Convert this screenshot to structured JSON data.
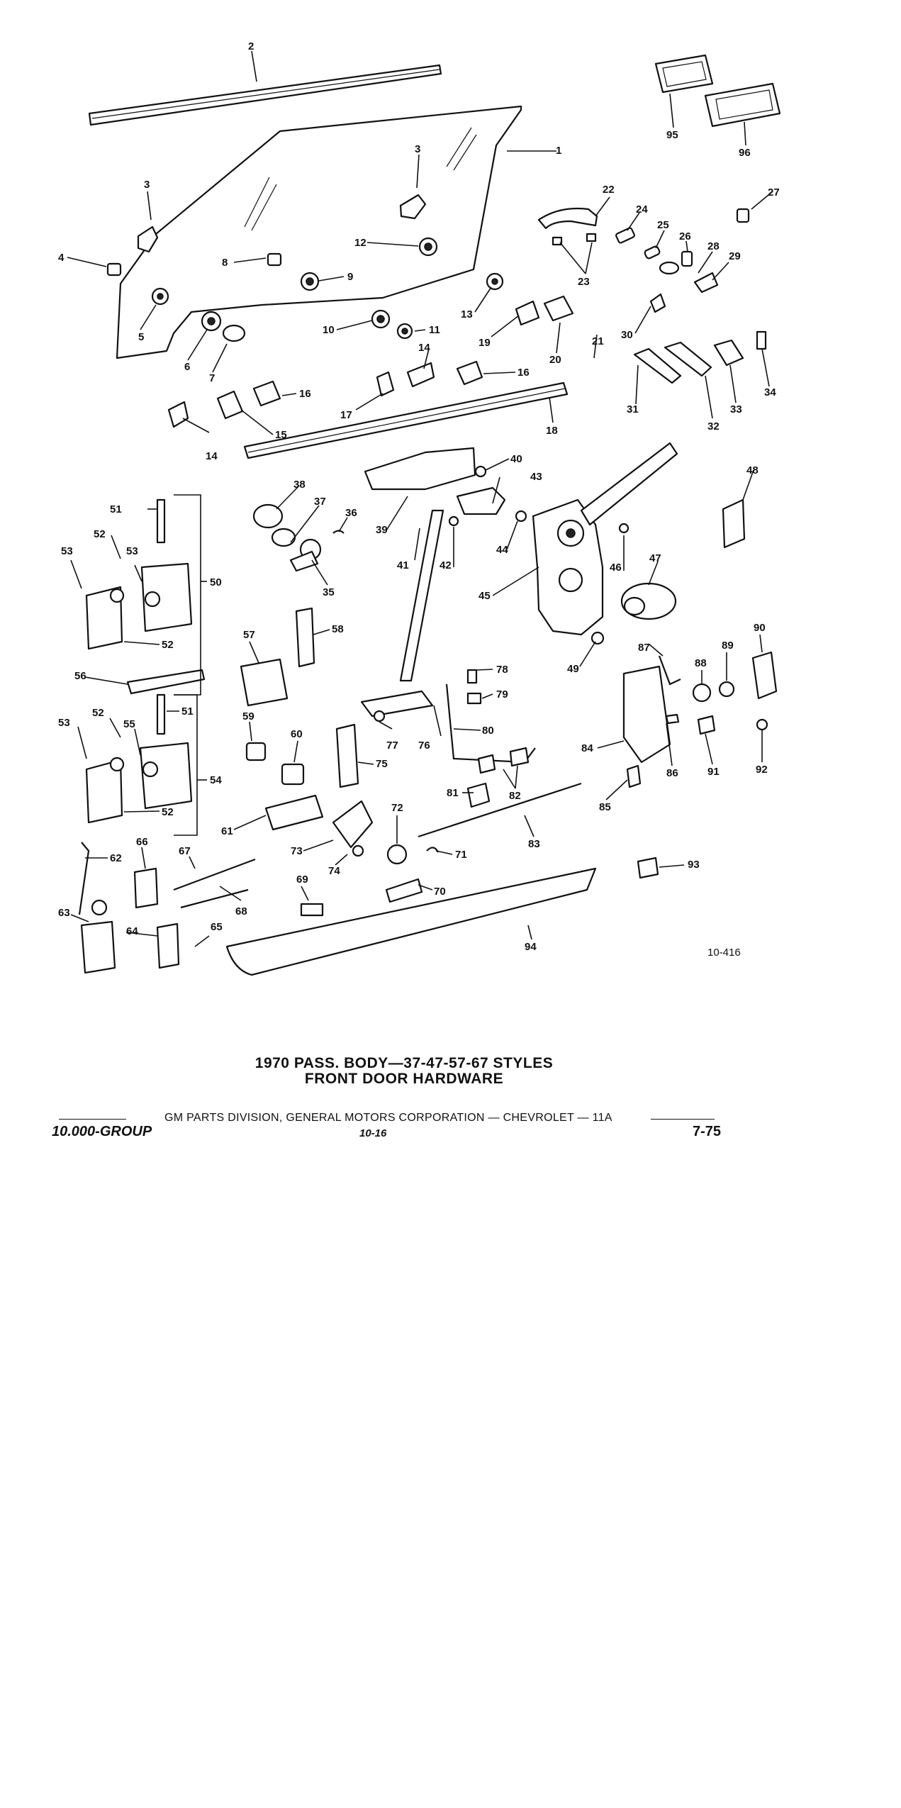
{
  "title_line1": "1970 PASS. BODY—37-47-57-67 STYLES",
  "title_line2": "FRONT DOOR HARDWARE",
  "footer": {
    "division": "GM PARTS DIVISION, GENERAL MOTORS CORPORATION — CHEVROLET — 11A",
    "group": "10.000-GROUP",
    "page": "10-16",
    "date": "7-75"
  },
  "figure_ref": "10-416",
  "callouts": [
    "1",
    "2",
    "3",
    "3",
    "4",
    "5",
    "6",
    "7",
    "8",
    "9",
    "10",
    "11",
    "12",
    "13",
    "14",
    "14",
    "15",
    "16",
    "16",
    "17",
    "18",
    "19",
    "20",
    "21",
    "22",
    "23",
    "24",
    "25",
    "26",
    "27",
    "28",
    "29",
    "30",
    "31",
    "32",
    "33",
    "34",
    "35",
    "36",
    "37",
    "38",
    "39",
    "40",
    "41",
    "42",
    "43",
    "44",
    "45",
    "46",
    "47",
    "48",
    "49",
    "50",
    "51",
    "51",
    "52",
    "52",
    "52",
    "52",
    "53",
    "53",
    "53",
    "54",
    "55",
    "56",
    "57",
    "58",
    "59",
    "60",
    "61",
    "62",
    "63",
    "64",
    "65",
    "66",
    "67",
    "68",
    "69",
    "70",
    "71",
    "72",
    "73",
    "74",
    "75",
    "76",
    "77",
    "78",
    "79",
    "80",
    "81",
    "82",
    "83",
    "84",
    "85",
    "86",
    "87",
    "88",
    "89",
    "90",
    "91",
    "92",
    "93",
    "94",
    "95",
    "96"
  ]
}
